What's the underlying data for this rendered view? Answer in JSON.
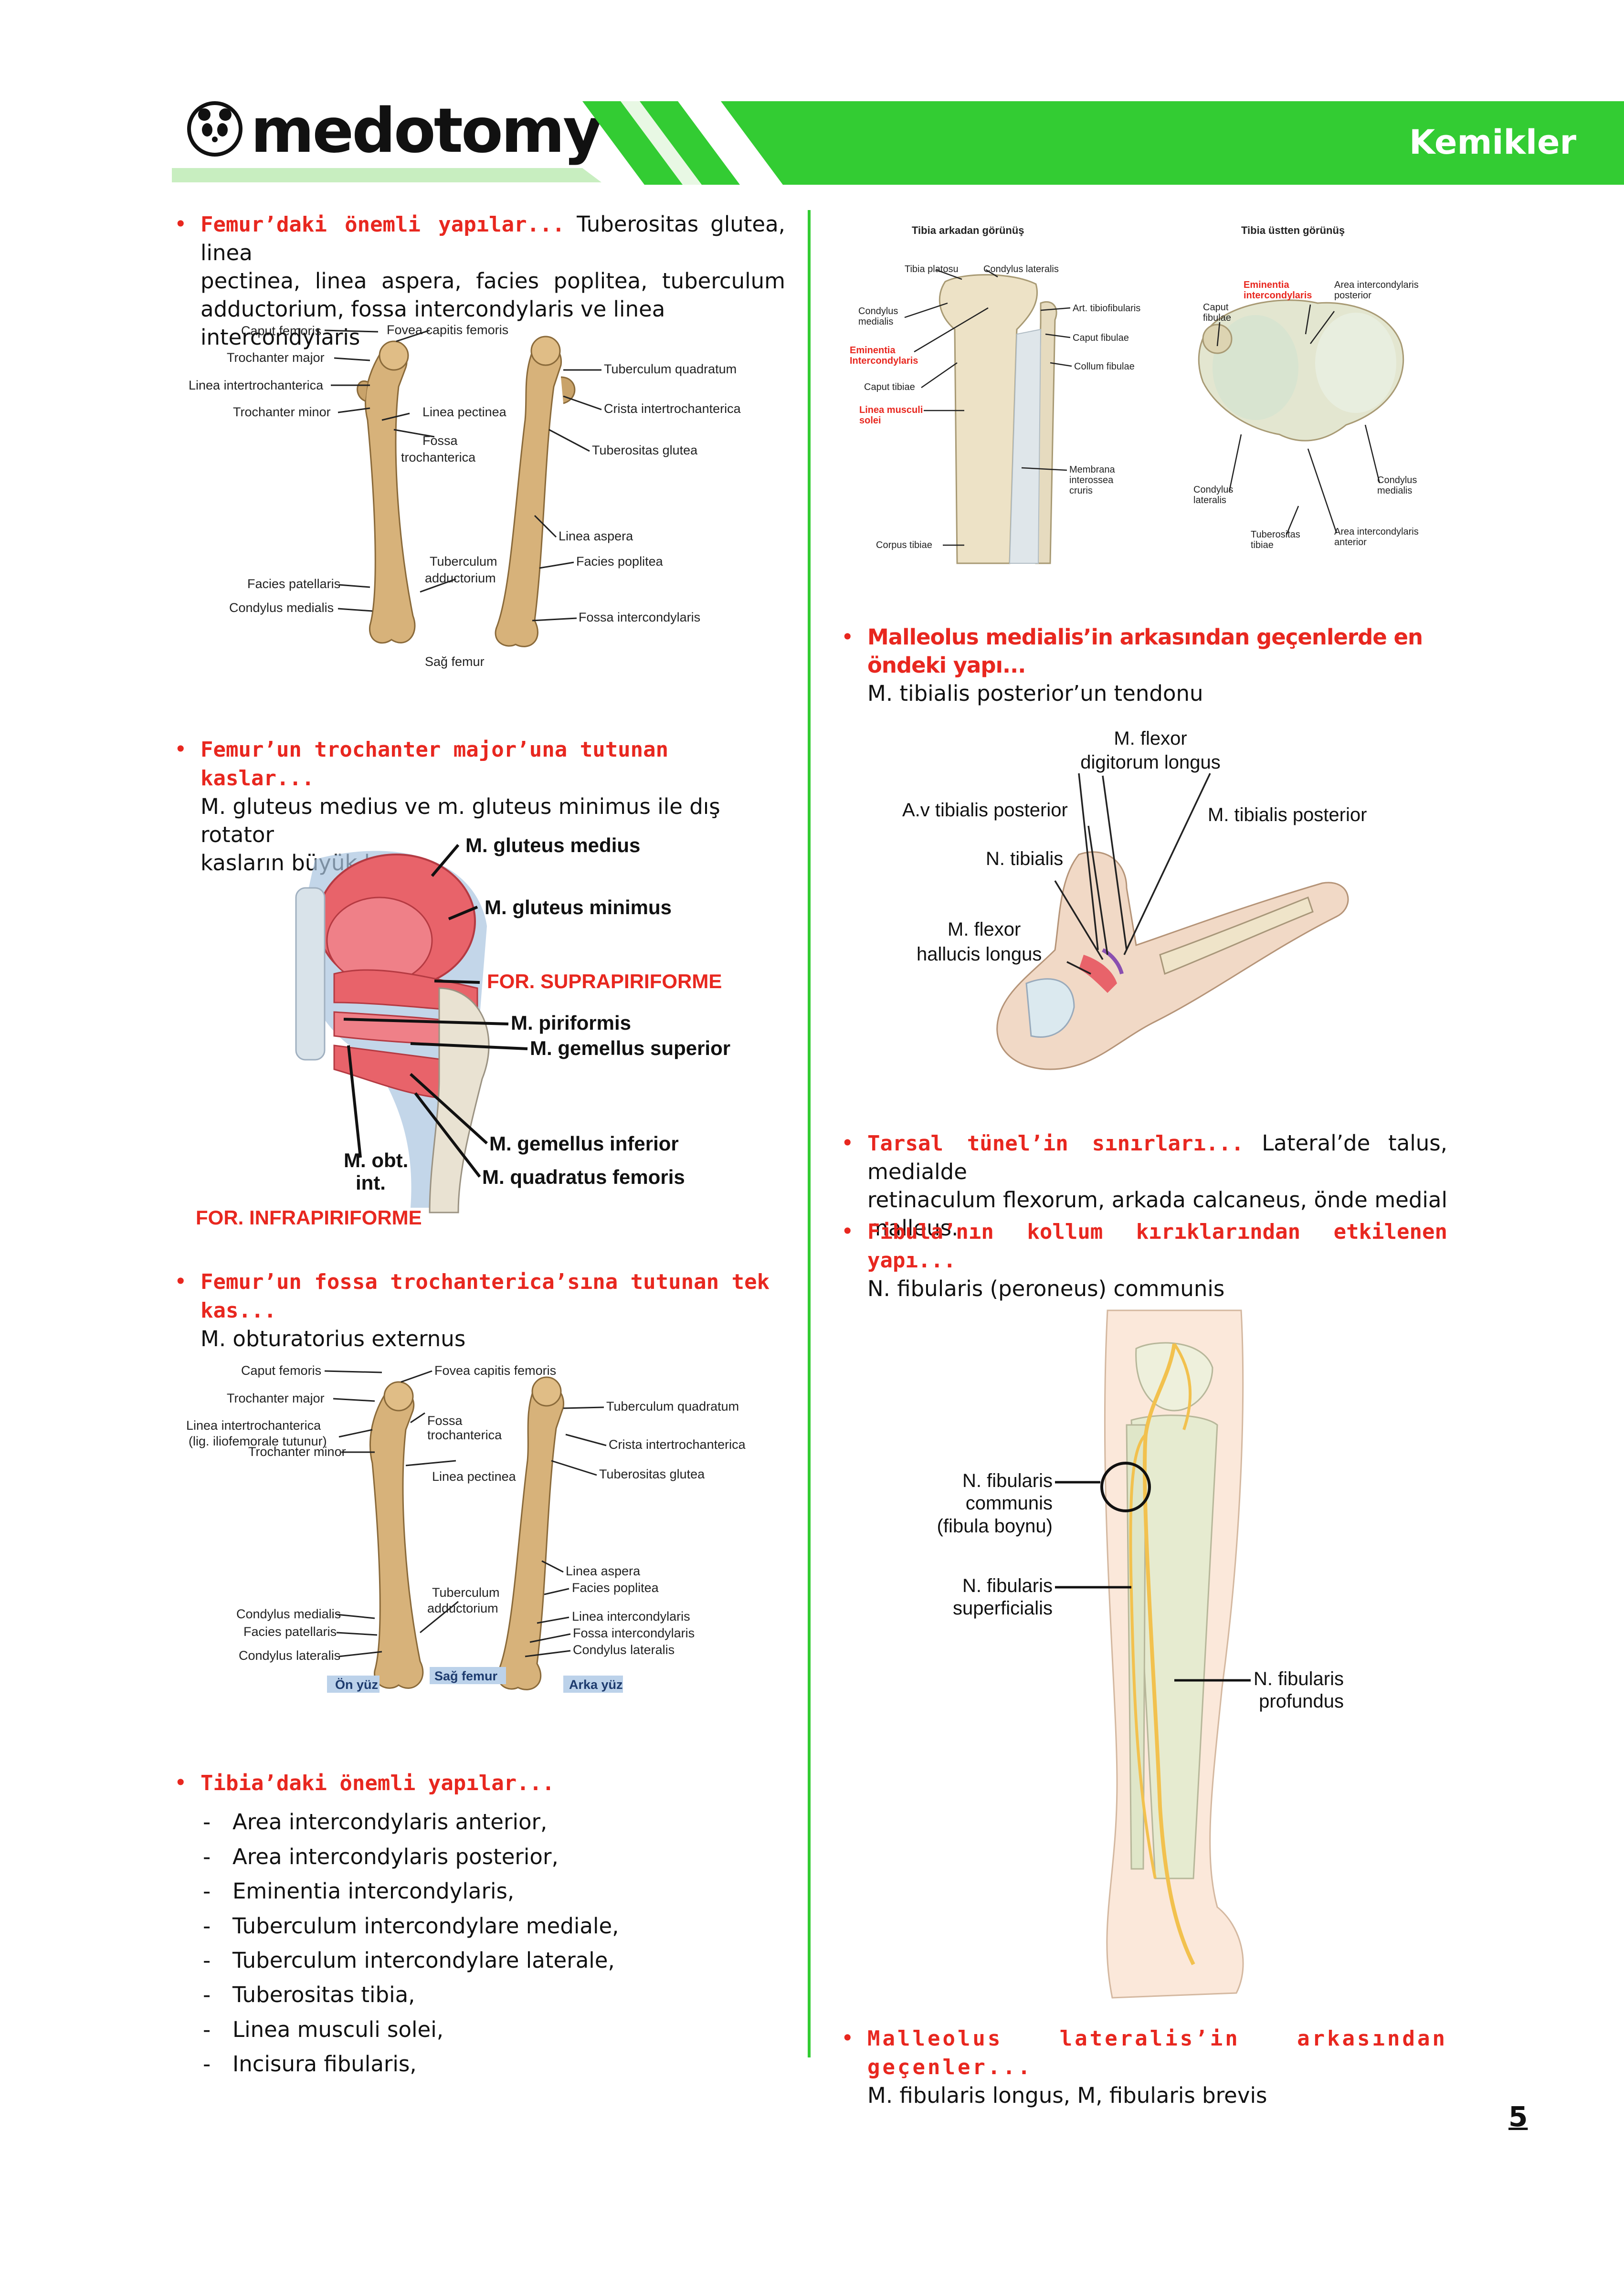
{
  "header": {
    "logo_text": "medotomy",
    "title": "Kemikler"
  },
  "left": {
    "p1": {
      "lead": "Femur’daki önemli yapılar...",
      "line1_rest": " Tuberositas glutea, linea",
      "line2": "pectinea, linea aspera, facies poplitea, tuberculum",
      "line3": "adductorium, fossa intercondylaris ve linea intercondylaris"
    },
    "fig1": {
      "labels": [
        "Caput femoris",
        "Fovea capitis femoris",
        "Trochanter major",
        "Linea intertrochanterica",
        "Trochanter minor",
        "Linea pectinea",
        "Fossa",
        "trochanterica",
        "Tuberculum quadratum",
        "Crista intertrochanterica",
        "Tuberositas glutea",
        "Linea aspera",
        "Facies poplitea",
        "Tuberculum",
        "adductorium",
        "Facies patellaris",
        "Condylus medialis",
        "Fossa intercondylaris",
        "Sağ femur"
      ]
    },
    "p2": {
      "lead": "Femur’un trochanter major’una tutunan kaslar...",
      "line2": "M. gluteus medius ve m. gluteus minimus ile dış rotator",
      "line3": "kasların büyük kısmı"
    },
    "fig2": {
      "labels": [
        "M. gluteus medius",
        "M. gluteus minimus",
        "FOR. SUPRAPIRIFORME",
        "M. piriformis",
        "M. gemellus superior",
        "M. gemellus inferior",
        "M. obt.",
        "int.",
        "M. quadratus femoris",
        "FOR. INFRAPIRIFORME"
      ]
    },
    "p3": {
      "lead": "Femur’un fossa trochanterica’sına tutunan tek kas...",
      "line2": "M. obturatorius externus"
    },
    "fig3": {
      "labels": [
        "Caput femoris",
        "Fovea capitis femoris",
        "Trochanter major",
        "Linea intertrochanterica",
        "(lig. iliofemorale tutunur)",
        "Fossa",
        "trochanterica",
        "Tuberculum quadratum",
        "Crista intertrochanterica",
        "Trochanter minor",
        "Linea pectinea",
        "Tuberositas glutea",
        "Linea aspera",
        "Facies poplitea",
        "Tuberculum",
        "adductorium",
        "Condylus medialis",
        "Linea intercondylaris",
        "Facies patellaris",
        "Fossa intercondylaris",
        "Condylus lateralis",
        "Condylus lateralis",
        "Ön yüz",
        "Sağ femur",
        "Arka yüz"
      ]
    },
    "p4": {
      "lead": "Tibia’daki önemli yapılar...",
      "items": [
        "Area intercondylaris anterior,",
        "Area intercondylaris posterior,",
        "Eminentia intercondylaris,",
        "Tuberculum intercondylare mediale,",
        "Tuberculum intercondylare laterale,",
        "Tuberositas tibia,",
        "Linea musculi solei,",
        "Incisura fibularis,"
      ]
    }
  },
  "right": {
    "fig4": {
      "title_left": "Tibia arkadan görünüş",
      "title_right": "Tibia üstten görünüş",
      "labels": [
        "Tibia platosu",
        "Condylus lateralis",
        "Art. tibiofibularis",
        "Condylus",
        "medialis",
        "Caput fibulae",
        "Eminentia",
        "Intercondylaris",
        "Collum fibulae",
        "Caput tibiae",
        "Linea musculi",
        "solei",
        "Membrana",
        "interossea",
        "cruris",
        "Corpus tibiae",
        "Caput",
        "fibulae",
        "Area intercondylaris",
        "posterior",
        "Condylus",
        "lateralis",
        "Condylus",
        "medialis",
        "Tuberositas",
        "tibiae",
        "Area intercondylaris",
        "anterior"
      ]
    },
    "p5": {
      "lead": "Malleolus medialis’in arkasından geçenlerde en öndeki yapı...",
      "line2": "M. tibialis posterior’un tendonu"
    },
    "fig5": {
      "labels": [
        "M. flexor",
        "digitorum longus",
        "A.v tibialis posterior",
        "M. tibialis posterior",
        "N. tibialis",
        "M. flexor",
        "hallucis longus"
      ]
    },
    "p6": {
      "lead": "Tarsal tünel’in sınırları...",
      "line1_rest": " Lateral’de talus, medialde",
      "line2": "retinaculum flexorum, arkada calcaneus, önde medial",
      "line3": "malleus."
    },
    "p7": {
      "lead": "Fibula’nın kollum kırıklarından etkilenen yapı...",
      "line2": "N. fibularis (peroneus) communis"
    },
    "fig6": {
      "labels": [
        "N. fibularis",
        "communis",
        "(fibula boynu)",
        "N. fibularis",
        "superficialis",
        "N. fibularis",
        "profundus"
      ]
    },
    "p8": {
      "lead": "Malleolus lateralis’in arkasından geçenler...",
      "line2": "M. fibularis longus, M, fibularis brevis"
    }
  },
  "page_number": "5",
  "colors": {
    "accent_green": "#33cc33",
    "highlight_red": "#e8271f",
    "bone": "#d7b27a",
    "muscle": "#e8636a",
    "nerve": "#f2c14e"
  }
}
